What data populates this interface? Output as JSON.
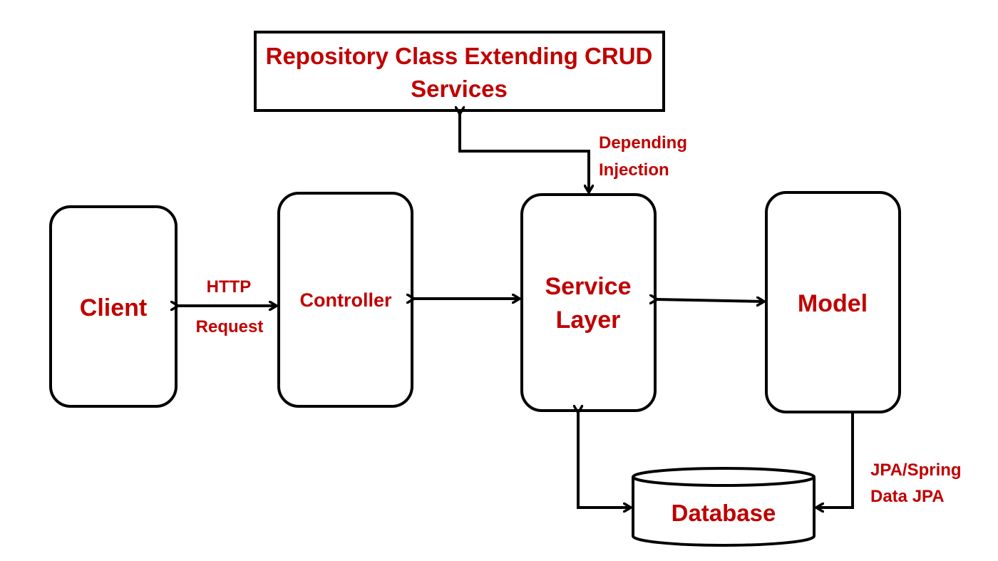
{
  "colors": {
    "label": "#c00000",
    "stroke": "#000000",
    "background": "#ffffff"
  },
  "nodes": {
    "repository": {
      "line1": "Repository Class Extending CRUD",
      "line2": "Services"
    },
    "client": {
      "label": "Client"
    },
    "controller": {
      "label": "Controller"
    },
    "service": {
      "line1": "Service",
      "line2": "Layer"
    },
    "model": {
      "label": "Model"
    },
    "database": {
      "label": "Database"
    }
  },
  "edges": {
    "http": {
      "line1": "HTTP",
      "line2": "Request"
    },
    "injection": {
      "line1": "Depending",
      "line2": "Injection"
    },
    "jpa": {
      "line1": "JPA/Spring",
      "line2": "Data JPA"
    }
  }
}
